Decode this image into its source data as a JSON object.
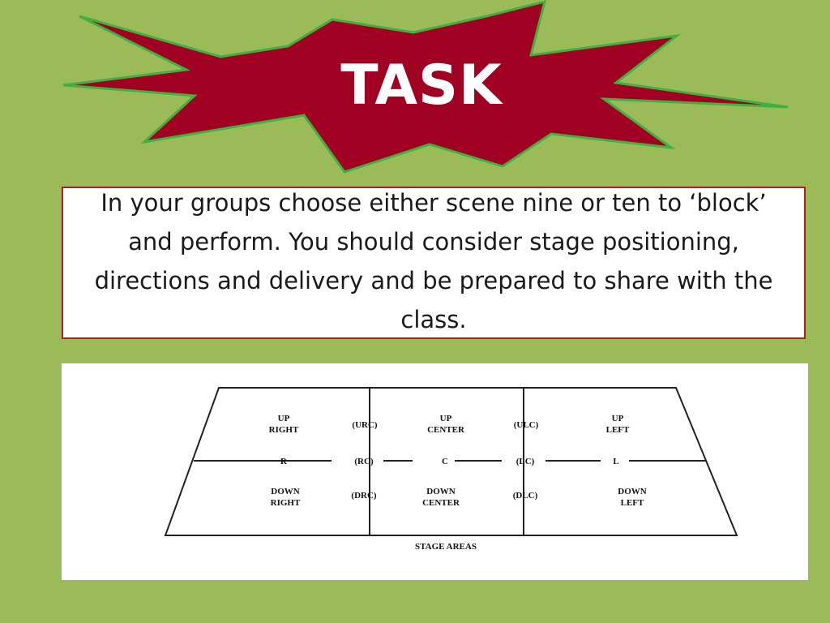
{
  "title": "TASK",
  "instructions": "In your groups choose either scene nine or ten to ‘block’ and perform.  You should consider stage positioning, directions and delivery and be prepared to share with the class.",
  "diagram": {
    "upstage": {
      "right": [
        "UP",
        "RIGHT"
      ],
      "urc": "(URC)",
      "center": [
        "UP",
        "CENTER"
      ],
      "ulc": "(ULC)",
      "left": [
        "UP",
        "LEFT"
      ]
    },
    "middle": {
      "r": "R",
      "rc": "(RC)",
      "c": "C",
      "lc": "(LC)",
      "l": "L"
    },
    "downstage": {
      "right": [
        "DOWN",
        "RIGHT"
      ],
      "drc": "(DRC)",
      "center": [
        "DOWN",
        "CENTER"
      ],
      "dlc": "(DLC)",
      "left": [
        "DOWN",
        "LEFT"
      ]
    },
    "caption": "STAGE AREAS"
  },
  "colors": {
    "background": "#9bbb59",
    "burst_fill": "#a00022",
    "burst_stroke": "#40b040",
    "box_border": "#b01e23"
  }
}
